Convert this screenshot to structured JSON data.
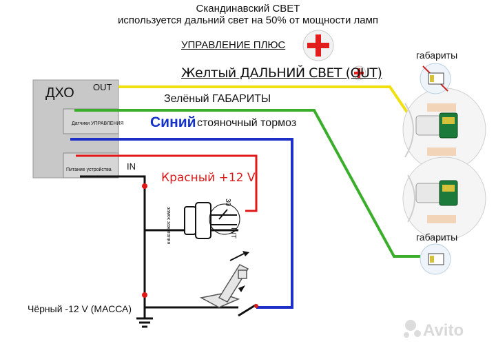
{
  "header": {
    "title": "Скандинавский СВЕТ",
    "subtitle": "используется дальний свет  на 50% от мощности ламп"
  },
  "control_label": "УПРАВЛЕНИЕ ПЛЮС",
  "module": {
    "title": "ДХО",
    "out_label": "OUT",
    "sensor_block_label": "Датчики УПРАВЛЕНИЯ",
    "power_block_label": "Питание устройства",
    "in_label": "IN"
  },
  "wires": {
    "yellow_label": "Желтый  ДАЛЬНИЙ СВЕТ (OUT)",
    "green_label": "Зелёный    ГАБАРИТЫ",
    "blue_color_word": "Синий",
    "blue_label": "стояночный тормоз",
    "red_label": "Красный +12 V",
    "black_label": "Чёрный -12 V (МАССА)"
  },
  "ignition": {
    "lock_label": "замок зажигания",
    "terminal_30": "30",
    "terminal_int": "INT"
  },
  "lamps": {
    "parking_top_label": "габариты",
    "parking_bottom_label": "габариты"
  },
  "watermark": "Avito",
  "colors": {
    "yellow_wire": "#f0e010",
    "green_wire": "#3aae2a",
    "blue_wire": "#1e2fc8",
    "red_wire": "#e01818",
    "black_wire": "#111111",
    "module_fill": "#c8c8c8",
    "plus_icon": "#e11d1d"
  }
}
